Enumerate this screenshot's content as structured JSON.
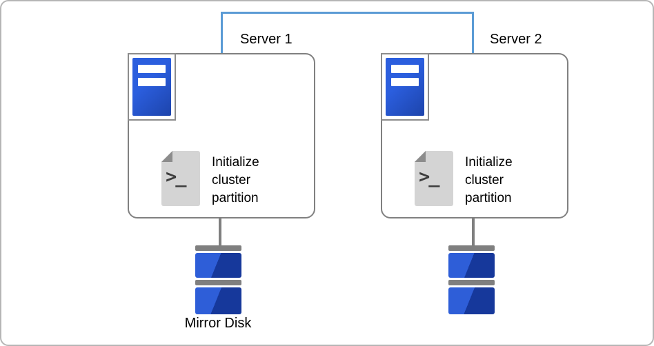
{
  "diagram": {
    "servers": [
      {
        "label": "Server 1",
        "script_label": "Initialize cluster partition"
      },
      {
        "label": "Server 2",
        "script_label": "Initialize cluster partition"
      }
    ],
    "prompt_glyph": ">_",
    "mirror_disk": {
      "label": "Mirror Disk"
    },
    "colors": {
      "connector_blue": "#5b9bd5",
      "box_border_gray": "#808080",
      "server_icon_blue": "#2b5ede",
      "disk_blue_light": "#2e5ed8",
      "disk_blue_dark": "#16389b",
      "hardware_gray": "#7f7f7f",
      "script_page_gray": "#d4d4d4"
    }
  }
}
